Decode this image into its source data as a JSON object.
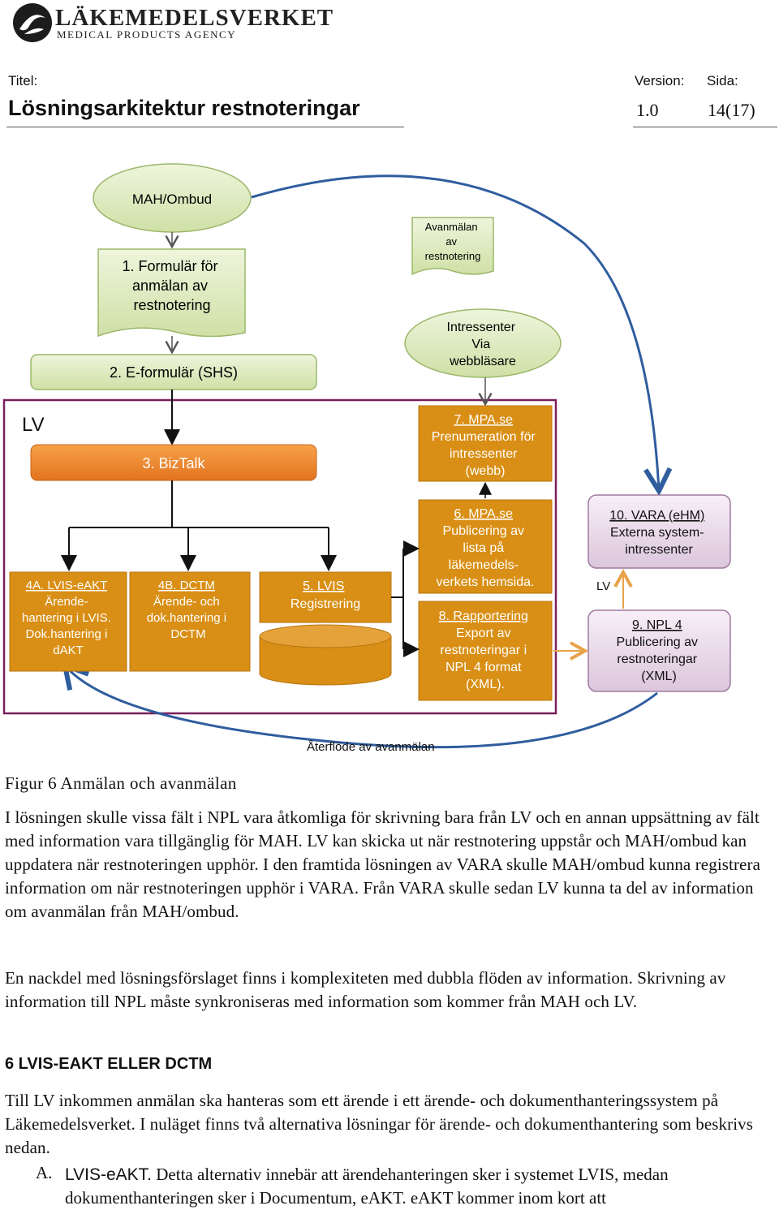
{
  "header": {
    "logo_name": "LÄKEMEDELSVERKET",
    "logo_sub": "MEDICAL PRODUCTS AGENCY",
    "title_label": "Titel:",
    "title": "Lösningsarkitektur restnoteringar",
    "version_label": "Version:",
    "version": "1.0",
    "page_label": "Sida:",
    "page": "14(17)"
  },
  "diagram": {
    "lv_label": "LV",
    "mah": "MAH/Ombud",
    "form1": [
      "1. Formulär för",
      "anmälan av",
      "restnotering"
    ],
    "eform": "2. E-formulär (SHS)",
    "avanmalan": [
      "Avanmälan",
      "av",
      "restnotering"
    ],
    "intressenter": [
      "Intressenter",
      "Via",
      "webbläsare"
    ],
    "biztalk": "3. BizTalk",
    "box7": [
      "7. MPA.se",
      "Prenumeration för",
      "intressenter",
      "(webb)"
    ],
    "box6": [
      "6. MPA.se",
      "Publicering av",
      "lista på",
      "läkemedels-",
      "verkets hemsida."
    ],
    "box8": [
      "8. Rapportering",
      "Export av",
      "restnoteringar i",
      "NPL 4 format",
      "(XML)."
    ],
    "box4a": [
      "4A. LVIS-eAKT",
      "Ärende-",
      "hantering i LVIS.",
      "Dok.hantering i",
      "dAKT"
    ],
    "box4b": [
      "4B. DCTM",
      "Ärende- och",
      "dok.hantering i",
      "DCTM"
    ],
    "box5": [
      "5. LVIS",
      "Registrering"
    ],
    "box10": [
      "10. VARA (eHM)",
      "Externa system-",
      "intressenter"
    ],
    "box9": [
      "9. NPL 4",
      "Publicering av",
      "restnoteringar",
      "(XML)"
    ],
    "lv_small": "LV",
    "aterflode": "Återflöde av avanmälan"
  },
  "caption": "Figur 6 Anmälan och avanmälan",
  "paragraphs": {
    "p1": "I lösningen skulle vissa fält i NPL vara åtkomliga för skrivning bara från LV och en annan uppsättning av fält med information vara tillgänglig för MAH. LV kan skicka ut när restnotering uppstår och MAH/ombud kan uppdatera när restnoteringen upphör. I den framtida lösningen av VARA skulle MAH/ombud kunna registrera information om när restnoteringen upphör i VARA. Från VARA skulle sedan LV kunna ta del av information om avanmälan från MAH/ombud.",
    "p2": "En nackdel med lösningsförslaget finns i komplexiteten med dubbla flöden av information. Skrivning av information till NPL måste synkroniseras med information som kommer från MAH och LV.",
    "section": "6   LVIS-EAKT ELLER DCTM",
    "p3": "Till LV inkommen anmälan ska hanteras som ett ärende i ett ärende- och dokumenthanteringssystem på Läkemedelsverket. I nuläget finns två alternativa lösningar för ärende- och dokumenthantering som beskrivs nedan.",
    "list_letter": "A.",
    "list_term": "LVIS-eAKT.",
    "list_text": " Detta alternativ innebär att ärendehanteringen sker i systemet LVIS, medan dokumenthanteringen sker i Documentum, eAKT. eAKT kommer inom kort att"
  }
}
